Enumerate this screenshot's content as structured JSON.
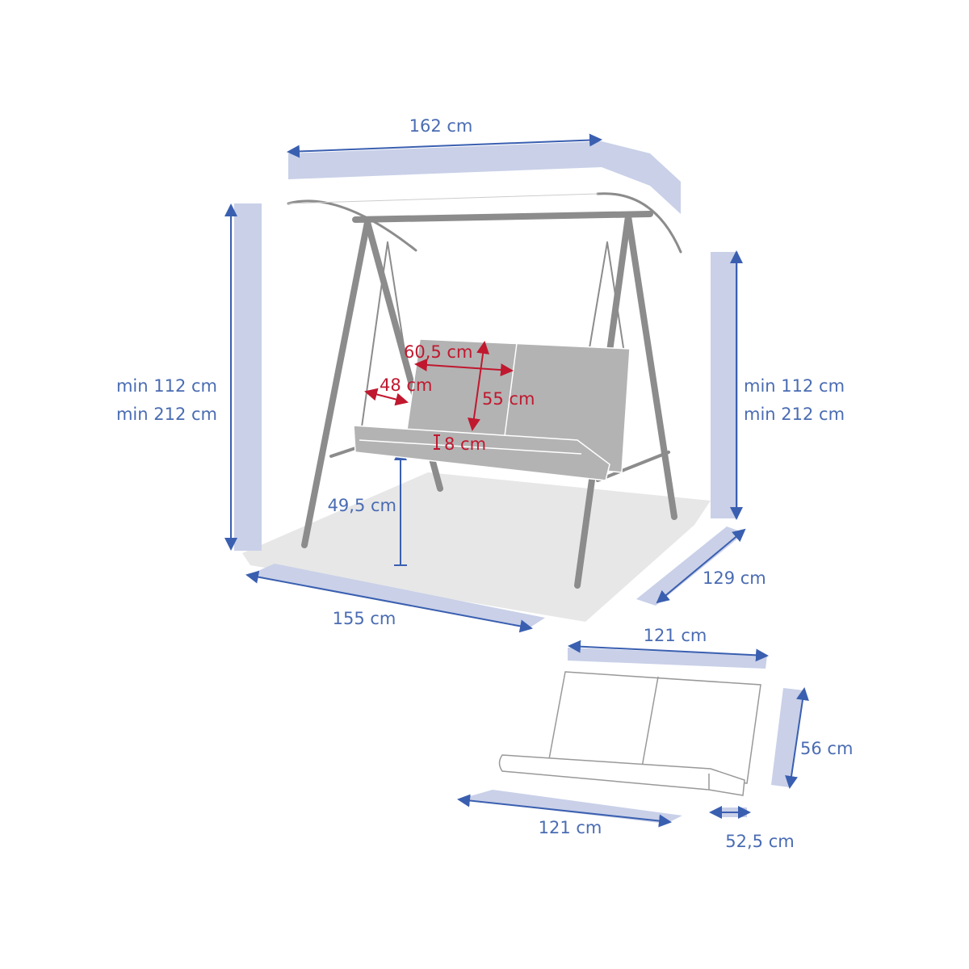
{
  "swing": {
    "canopy_width": "162 cm",
    "height_left_min": "min 112 cm",
    "height_left_max": "min 212 cm",
    "height_right_min": "min 112 cm",
    "height_right_max": "min 212 cm",
    "base_width": "155 cm",
    "base_depth": "129 cm",
    "seat_height": "49,5 cm",
    "backrest_width": "60,5 cm",
    "armrest_depth": "48 cm",
    "backrest_height": "55 cm",
    "cushion_thickness": "8 cm"
  },
  "cushion": {
    "top_width": "121 cm",
    "back_height": "56 cm",
    "bottom_width": "121 cm",
    "seat_depth": "52,5 cm"
  },
  "colors": {
    "band": "#c9d0e8",
    "dimension": "#3a5fb0",
    "accent": "#c0182f",
    "frame": "#8c8c8c",
    "cushion": "#b3b3b3",
    "floor": "#e7e7e7"
  }
}
